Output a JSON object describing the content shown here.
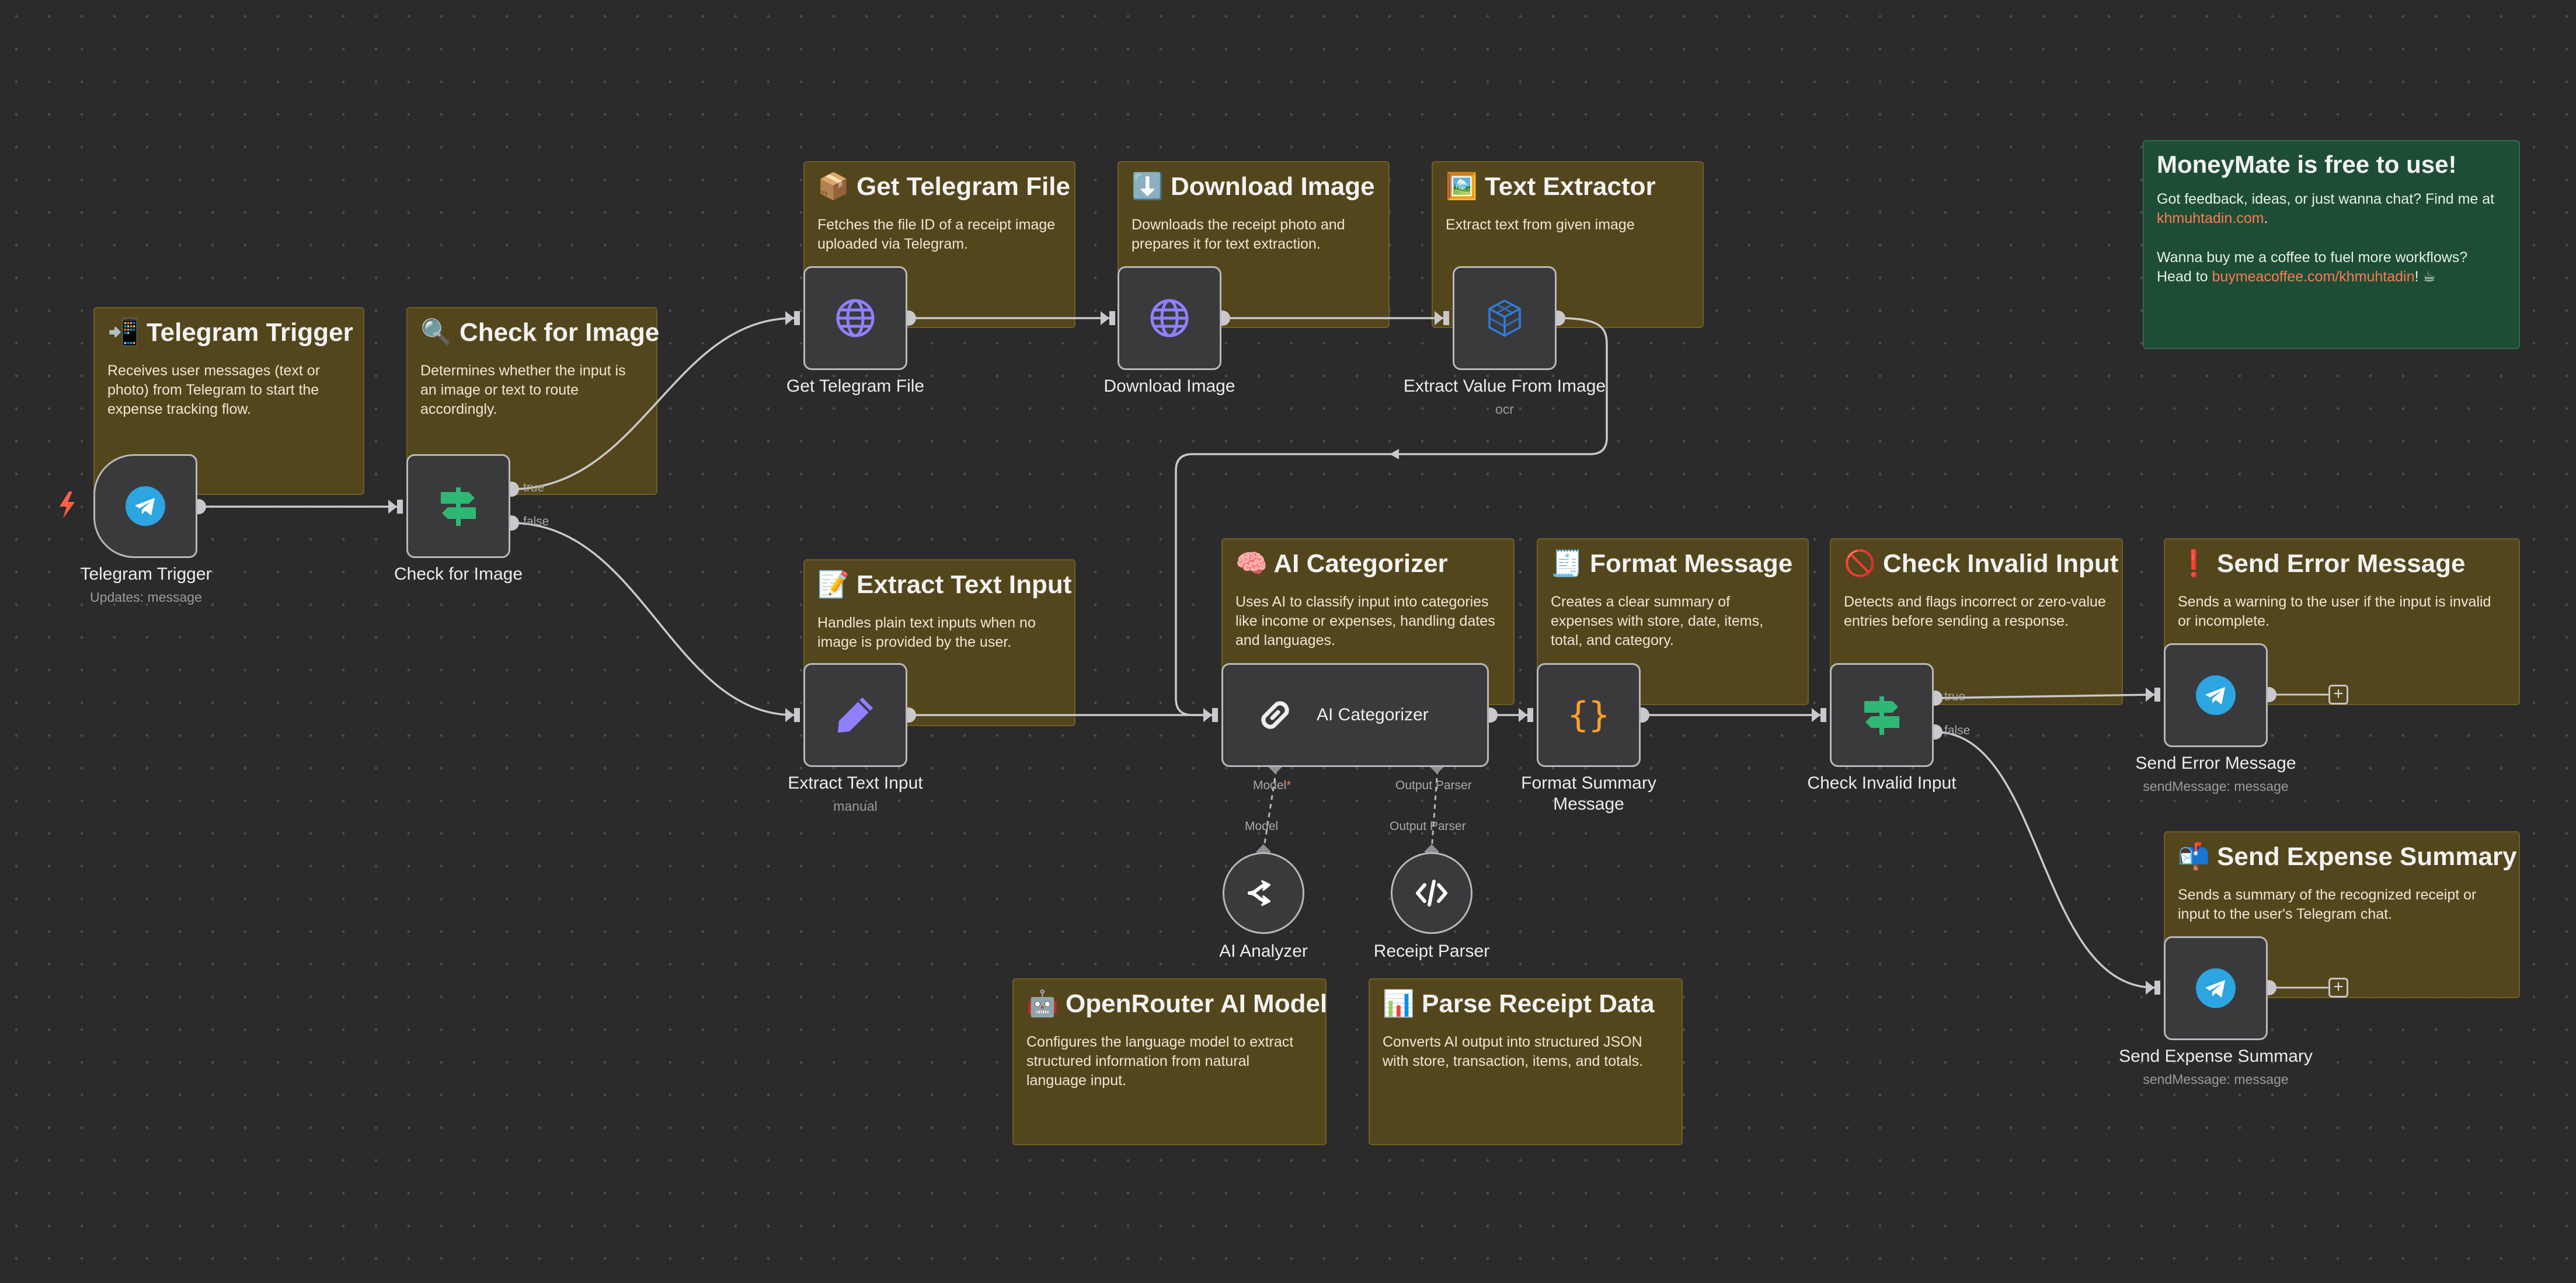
{
  "stickies": {
    "telegram_trigger": {
      "title": "📲 Telegram Trigger",
      "body": "Receives user messages (text or photo) from Telegram to start the expense tracking flow."
    },
    "check_for_image": {
      "title": "🔍 Check for Image",
      "body": "Determines whether the input is an image or text to route accordingly."
    },
    "get_telegram_file": {
      "title": "📦 Get Telegram File",
      "body": "Fetches the file ID of a receipt image uploaded via Telegram."
    },
    "download_image": {
      "title": "⬇️ Download Image",
      "body": "Downloads the receipt photo and prepares it for text extraction."
    },
    "text_extractor": {
      "title": "🖼️ Text Extractor",
      "body": "Extract text from given image"
    },
    "extract_text_input": {
      "title": "📝 Extract Text Input",
      "body": "Handles plain text inputs when no image is provided by the user."
    },
    "ai_categorizer": {
      "title": "🧠 AI Categorizer",
      "body": "Uses AI to classify input into categories like income or expenses, handling dates and languages."
    },
    "format_message": {
      "title": "🧾 Format Message",
      "body": "Creates a clear summary of expenses with store, date, items, total, and category."
    },
    "check_invalid_input": {
      "title": "🚫 Check Invalid Input",
      "body": "Detects and flags incorrect or zero-value entries before sending a response."
    },
    "send_error_message": {
      "title": "❗ Send Error Message",
      "body": "Sends a warning to the user if the input is invalid or incomplete."
    },
    "send_expense_summary": {
      "title": "📬 Send Expense Summary",
      "body": "Sends a summary of the recognized receipt or input to the user's Telegram chat."
    },
    "openrouter": {
      "title": "🤖 OpenRouter AI Model",
      "body": "Configures the language model to extract structured information from natural language input."
    },
    "parse_receipt": {
      "title": "📊 Parse Receipt Data",
      "body": "Converts AI output into structured JSON with store, transaction, items, and totals."
    },
    "moneymate": {
      "title": "MoneyMate is free to use!",
      "line1_prefix": "Got feedback, ideas, or just wanna chat? Find me at ",
      "line1_link": "khmuhtadin.com",
      "line1_suffix": ".",
      "line2_prefix": "Wanna buy me a coffee to fuel more workflows? Head to ",
      "line2_link": "buymeacoffee.com/khmuhtadin",
      "line2_suffix": "! ☕"
    }
  },
  "nodes": {
    "telegram_trigger": {
      "label": "Telegram Trigger",
      "sub": "Updates: message",
      "icon": "telegram-icon"
    },
    "check_for_image": {
      "label": "Check for Image",
      "icon": "if-signpost-icon",
      "port_true": "true",
      "port_false": "false"
    },
    "get_telegram_file": {
      "label": "Get Telegram File",
      "icon": "globe-icon"
    },
    "download_image": {
      "label": "Download Image",
      "icon": "globe-icon"
    },
    "extract_value": {
      "label": "Extract Value From Image",
      "sub": "ocr",
      "icon": "cube-icon"
    },
    "extract_text_input": {
      "label": "Extract Text Input",
      "sub": "manual",
      "icon": "pencil-icon"
    },
    "ai_categorizer": {
      "label": "AI Categorizer",
      "icon": "chain-link-icon",
      "port_model": "Model",
      "port_model_req": "*",
      "port_parser": "Output Parser"
    },
    "format_summary": {
      "label": "Format Summary Message",
      "icon": "braces-icon"
    },
    "check_invalid": {
      "label": "Check Invalid Input",
      "icon": "if-signpost-icon",
      "port_true": "true",
      "port_false": "false"
    },
    "send_error": {
      "label": "Send Error Message",
      "sub": "sendMessage: message",
      "icon": "telegram-icon"
    },
    "send_summary": {
      "label": "Send Expense Summary",
      "sub": "sendMessage: message",
      "icon": "telegram-icon"
    },
    "ai_analyzer": {
      "label": "AI Analyzer",
      "port_top": "Model",
      "icon": "openrouter-icon"
    },
    "receipt_parser": {
      "label": "Receipt Parser",
      "port_top": "Output Parser",
      "icon": "code-icon"
    }
  },
  "colors": {
    "canvas": "#2b2b2c",
    "sticky": "#54461c",
    "sticky_green": "#1e4d35",
    "node": "#3a3a3c",
    "edge": "#c9c9cd",
    "telegram": "#2ca5e0",
    "globe": "#8f80ff",
    "if": "#2eb873",
    "braces": "#ff9e2c",
    "link": "#ff7a53",
    "trigger_bolt": "#ff6146"
  }
}
